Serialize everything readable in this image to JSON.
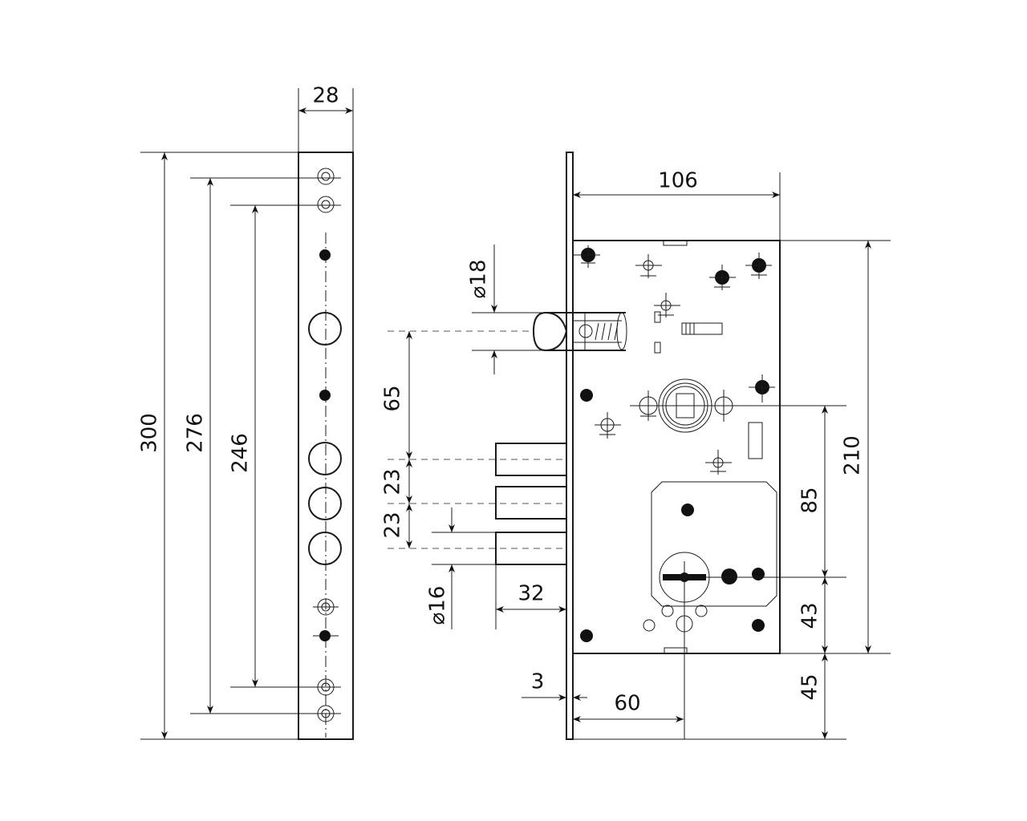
{
  "title": "Mortise lock dimensional drawing",
  "dimensions": {
    "faceplate_width": "28",
    "faceplate_length": "300",
    "screw_spacing_outer": "276",
    "screw_spacing_inner": "246",
    "body_width": "106",
    "latch_diameter": "⌀18",
    "latch_to_bolt": "65",
    "bolt_spacing_1": "23",
    "bolt_spacing_2": "23",
    "bolt_diameter": "⌀16",
    "bolt_throw": "32",
    "faceplate_thickness": "3",
    "backset": "60",
    "body_height": "210",
    "handle_to_cylinder": "85",
    "cylinder_to_bottom": "43",
    "bottom_offset": "45"
  }
}
